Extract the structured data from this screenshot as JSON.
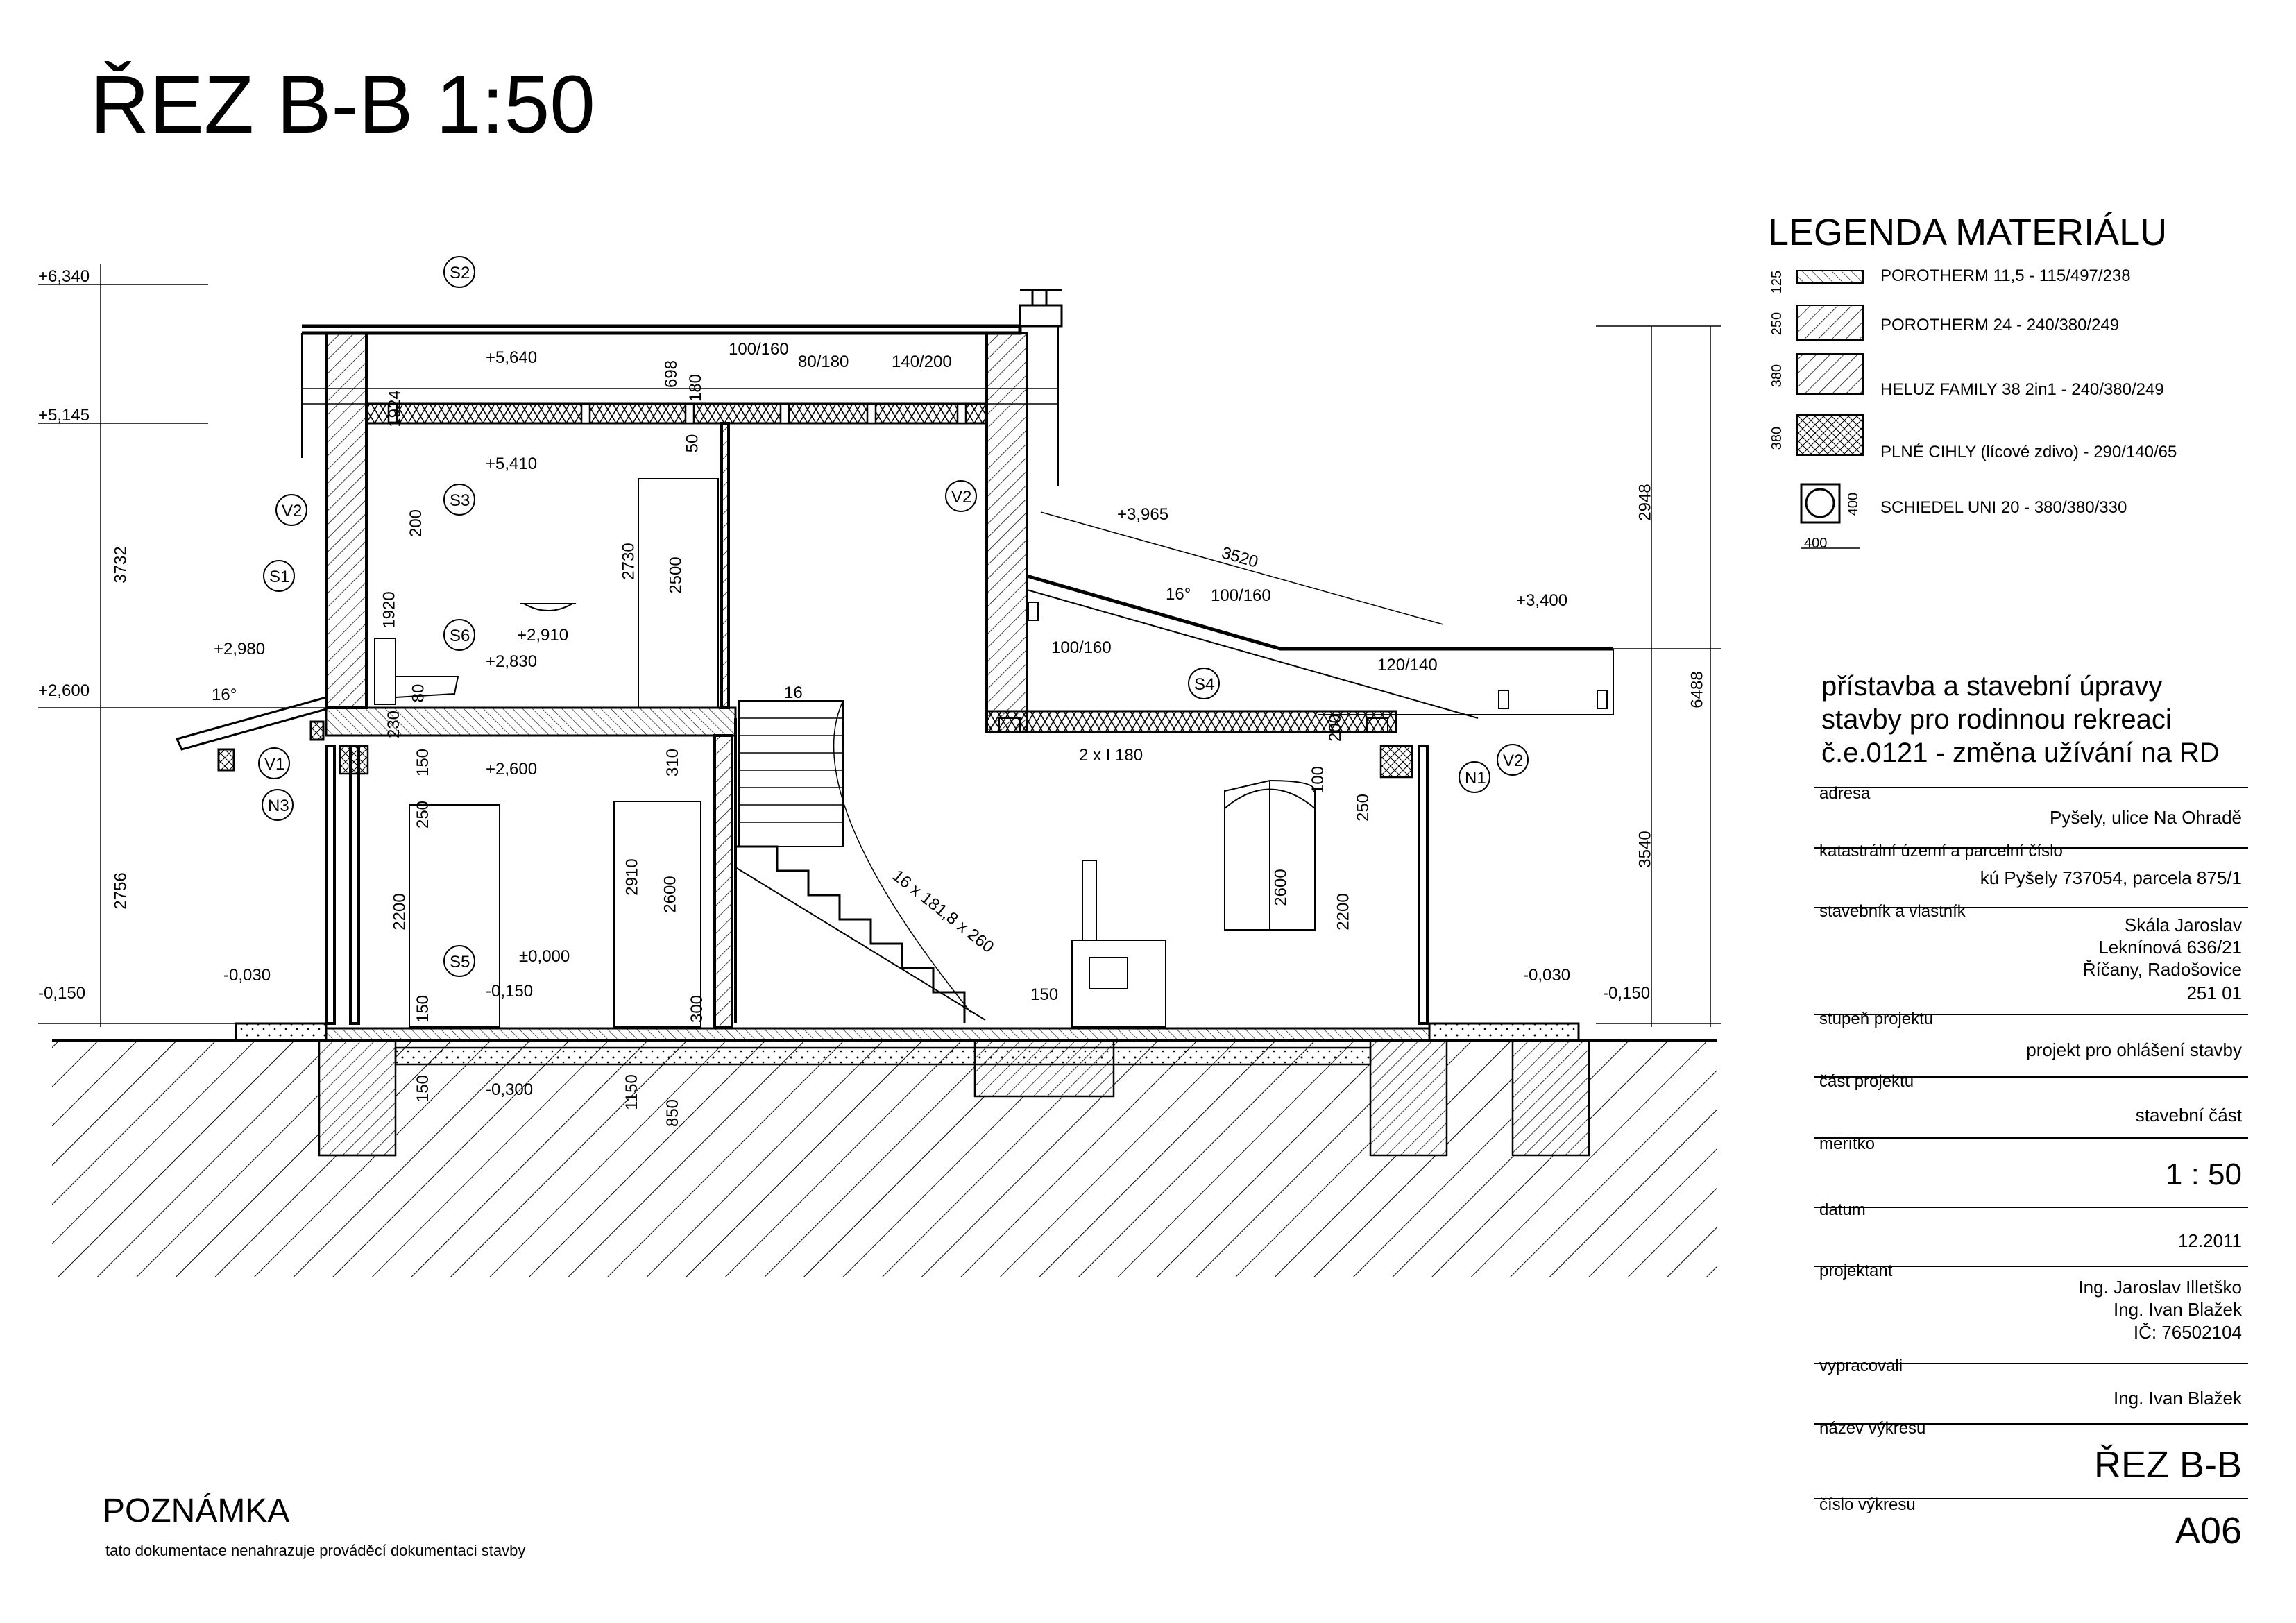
{
  "title": "ŘEZ B-B 1:50",
  "note": {
    "title": "POZNÁMKA",
    "text": "tato dokumentace nenahrazuje prováděcí dokumentaci stavby"
  },
  "legend": {
    "title": "LEGENDA MATERIÁLU",
    "items": [
      {
        "thickness": "125",
        "label": "POROTHERM 11,5 - 115/497/238"
      },
      {
        "thickness": "250",
        "label": "POROTHERM 24 - 240/380/249"
      },
      {
        "thickness": "380",
        "label": "HELUZ FAMILY 38 2in1 - 240/380/249"
      },
      {
        "thickness": "380",
        "label": "PLNÉ CIHLY (lícové zdivo) - 290/140/65"
      },
      {
        "thickness": "400",
        "label": "SCHIEDEL UNI 20 - 380/380/330"
      }
    ],
    "chimney_width": "400"
  },
  "titleblock": {
    "project_lines": [
      "přístavba a stavební úpravy",
      "stavby pro rodinnou rekreaci",
      "č.e.0121 - změna užívání na RD"
    ],
    "address_label": "adresa",
    "address": "Pyšely, ulice Na Ohradě",
    "cadastre_label": "katastrální území a parcelní číslo",
    "cadastre": "kú Pyšely 737054, parcela 875/1",
    "owner_label": "stavebník a vlastník",
    "owner": [
      "Skála Jaroslav",
      "Leknínová 636/21",
      "Říčany, Radošovice",
      "251 01"
    ],
    "stage_label": "stupeň projektu",
    "stage": "projekt pro ohlášení stavby",
    "part_label": "část projektu",
    "part": "stavební část",
    "scale_label": "měřítko",
    "scale": "1 : 50",
    "date_label": "datum",
    "date": "12.2011",
    "designer_label": "projektant",
    "designer": [
      "Ing. Jaroslav Illetško",
      "Ing. Ivan Blažek",
      "IČ: 76502104"
    ],
    "prepared_label": "vypracovali",
    "prepared": "Ing. Ivan Blažek",
    "drawing_name_label": "název výkresu",
    "drawing_name": "ŘEZ B-B",
    "drawing_no_label": "číslo výkresu",
    "drawing_no": "A06"
  },
  "section": {
    "levels": [
      "+6,340",
      "+5,145",
      "+2,600",
      "-0,150",
      "+5,640",
      "+5,410",
      "+2,980",
      "+2,910",
      "+2,830",
      "+2,600",
      "±0,000",
      "-0,030",
      "-0,150",
      "-0,300",
      "+3,965",
      "+3,400",
      "-0,030",
      "-0,150"
    ],
    "dims": [
      "3732",
      "2756",
      "2948",
      "6488",
      "3540",
      "1920",
      "200",
      "2730",
      "2500",
      "2200",
      "2910",
      "2600",
      "150",
      "250",
      "310",
      "300",
      "1150",
      "850",
      "150",
      "1924",
      "698",
      "180",
      "50",
      "80",
      "230",
      "150",
      "2600",
      "2200",
      "250",
      "100",
      "200",
      "3520",
      "16",
      "150"
    ],
    "profiles": [
      "100/160",
      "80/180",
      "140/200",
      "100/160",
      "100/160",
      "120/140",
      "2 x I 180",
      "16 x 181,8 x 260"
    ],
    "angles": [
      "16°",
      "16°"
    ],
    "tags": [
      "S2",
      "S3",
      "S1",
      "S6",
      "S5",
      "S4",
      "V1",
      "V2",
      "V2",
      "V2",
      "N1",
      "N3"
    ]
  }
}
